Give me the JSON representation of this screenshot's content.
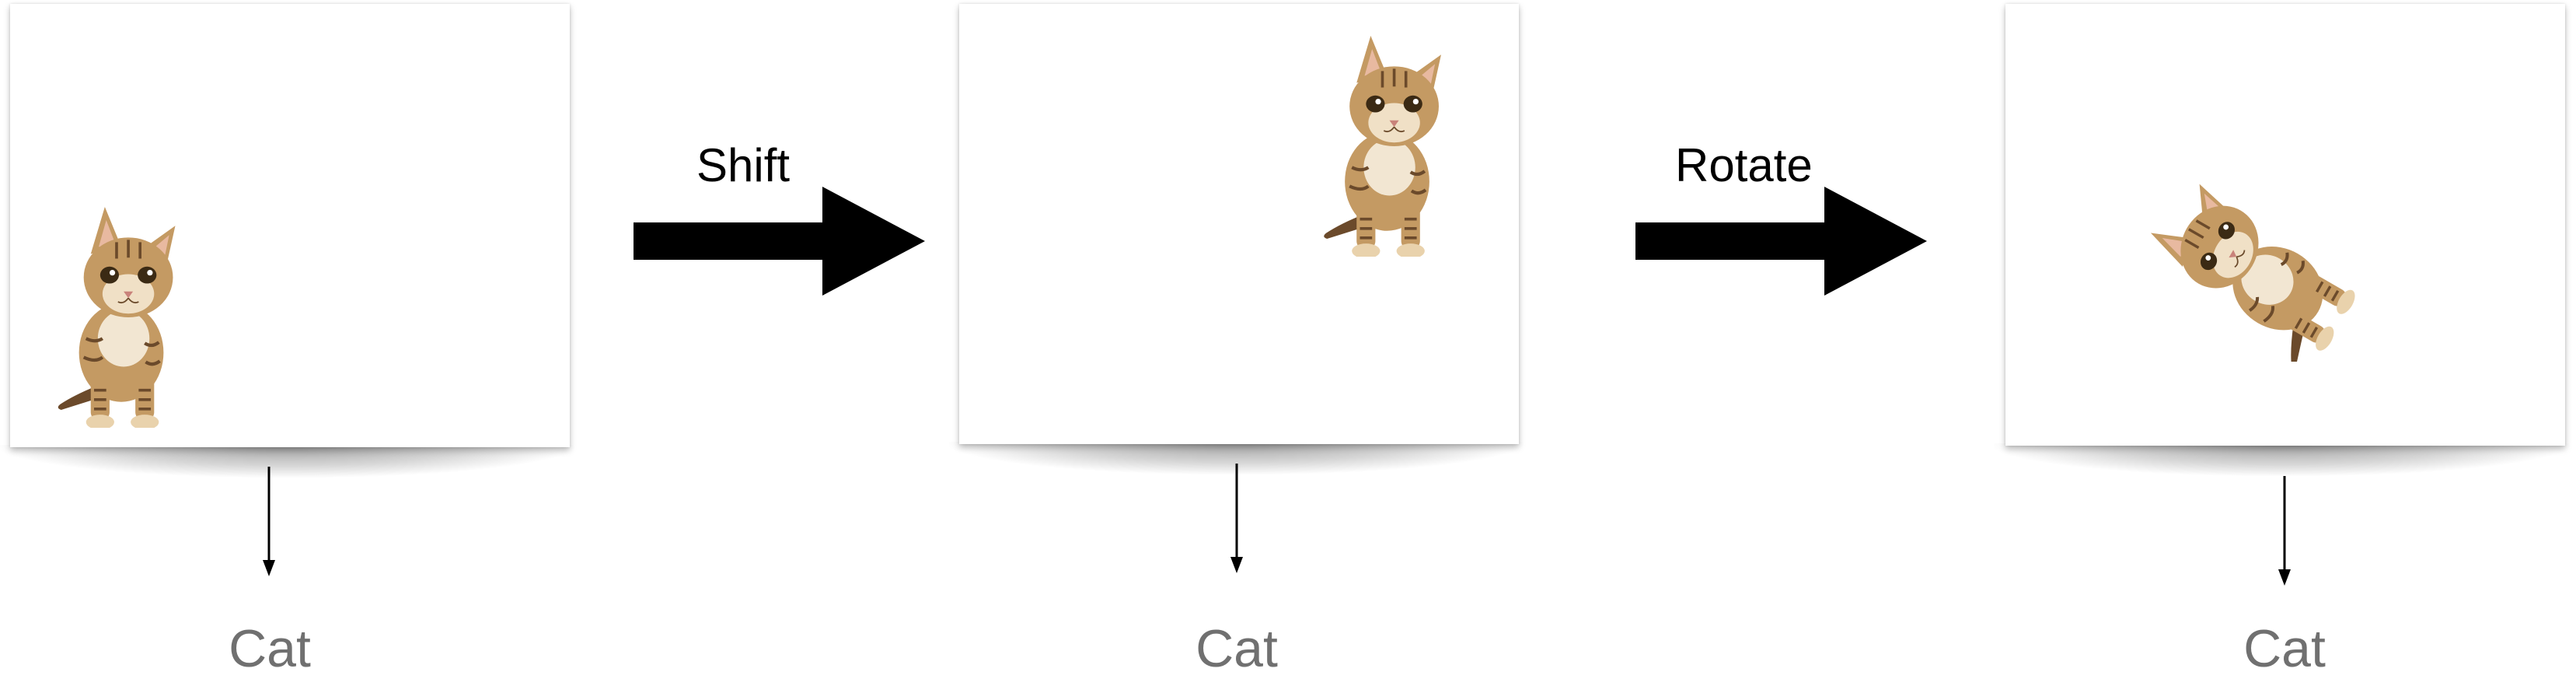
{
  "operations": [
    {
      "label": "Shift"
    },
    {
      "label": "Rotate"
    }
  ],
  "outputs": [
    {
      "label": "Cat"
    },
    {
      "label": "Cat"
    },
    {
      "label": "Cat"
    }
  ],
  "images": [
    {
      "name": "original",
      "content": "cat-kitten-icon"
    },
    {
      "name": "shifted",
      "content": "cat-kitten-icon"
    },
    {
      "name": "rotated",
      "content": "cat-kitten-icon",
      "rotation_deg": -60
    }
  ],
  "colors": {
    "arrow": "#000000",
    "label_text": "#707070",
    "cat_fur": "#c49a63",
    "cat_stripes": "#6b4a2b",
    "background": "#ffffff"
  }
}
